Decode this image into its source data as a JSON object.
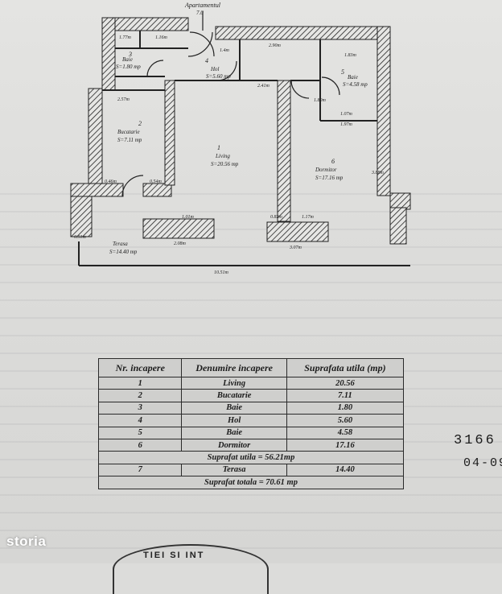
{
  "plan": {
    "header": "Apartamentul",
    "header_dim": "7.0",
    "rooms": [
      {
        "id": "baie-small",
        "name": "Baie",
        "area": "S=1.80 mp"
      },
      {
        "id": "hol",
        "name": "Hol",
        "area": "S=5.60 mp"
      },
      {
        "id": "baie",
        "name": "Baie",
        "area": "S=4.58 mp"
      },
      {
        "id": "bucatarie",
        "name": "Bucatarie",
        "area": "S=7.11 mp"
      },
      {
        "id": "living",
        "name": "Living",
        "area": "S=20.56 mp"
      },
      {
        "id": "dormitor",
        "name": "Dormitor",
        "area": "S=17.16 mp"
      },
      {
        "id": "terasa",
        "name": "Terasa",
        "area": "S=14.40 mp"
      }
    ],
    "room_numbers": {
      "n1": "1",
      "n2": "2",
      "n3": "3",
      "n4": "4",
      "n5": "5",
      "n6": "6"
    },
    "dims": {
      "d1": "1.77m",
      "d2": "1.16m",
      "d3": "1.4m",
      "d4": "2.90m",
      "d5": "1.83m",
      "d6": "2.57m",
      "d7": "2.41m",
      "d8": "1.97m",
      "d9": "1.07m",
      "d10": "0.46m",
      "d11": "0.54m",
      "d12": "1.01m",
      "d13": "0.82m",
      "d14": "1.17m",
      "d15": "2.08m",
      "d16": "3.07m",
      "d17": "10.51m",
      "d18": "3.88m",
      "d19": "1.80m",
      "d20": "0.51m"
    }
  },
  "table": {
    "headers": [
      "Nr. incapere",
      "Denumire incapere",
      "Suprafata utila (mp)"
    ],
    "rows": [
      {
        "nr": "1",
        "name": "Living",
        "area": "20.56"
      },
      {
        "nr": "2",
        "name": "Bucatarie",
        "area": "7.11"
      },
      {
        "nr": "3",
        "name": "Baie",
        "area": "1.80"
      },
      {
        "nr": "4",
        "name": "Hol",
        "area": "5.60"
      },
      {
        "nr": "5",
        "name": "Baie",
        "area": "4.58"
      },
      {
        "nr": "6",
        "name": "Dormitor",
        "area": "17.16"
      }
    ],
    "util_total": "Suprafat utila = 56.21mp",
    "terrace_row": {
      "nr": "7",
      "name": "Terasa",
      "area": "14.40"
    },
    "grand_total": "Suprafat totala = 70.61 mp"
  },
  "stamp": {
    "number": "3166",
    "date": "04-09-"
  },
  "watermark": "storia",
  "seal_text": "TIEI SI INT"
}
